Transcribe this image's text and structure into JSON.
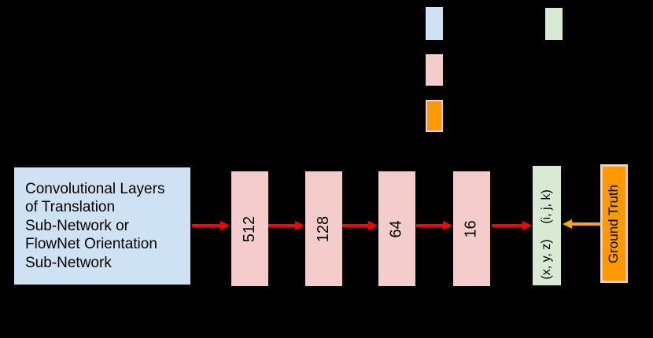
{
  "canvas": {
    "background": "#000000"
  },
  "colors": {
    "canvas_bg": "#000000",
    "light_blue": "#cfe2f3",
    "light_pink": "#f4cccc",
    "light_green": "#d9ead3",
    "orange": "#ff9900",
    "pink_border": "#f4cccc",
    "arrow_red": "#ff0000",
    "arrow_orange": "#ffa41c",
    "text": "#000000"
  },
  "legend": {
    "swatches": [
      {
        "name": "blue-swatch",
        "color": "#cfe2f3"
      },
      {
        "name": "green-swatch",
        "color": "#d9ead3"
      },
      {
        "name": "pink-swatch",
        "color": "#f4cccc"
      },
      {
        "name": "orange-swatch",
        "color": "#ff9900",
        "border": "#f4cccc"
      }
    ]
  },
  "input_box": {
    "lines": [
      "Convolutional Layers",
      "of Translation",
      "Sub-Network or",
      "FlowNet Orientation",
      "Sub-Network"
    ]
  },
  "fc_layers": {
    "labels": [
      "512",
      "128",
      "64",
      "16"
    ]
  },
  "output_box": {
    "top_label": "(i, j, k)",
    "bottom_label": "(x, y, z)"
  },
  "ground_truth": {
    "label": "Ground Truth"
  }
}
